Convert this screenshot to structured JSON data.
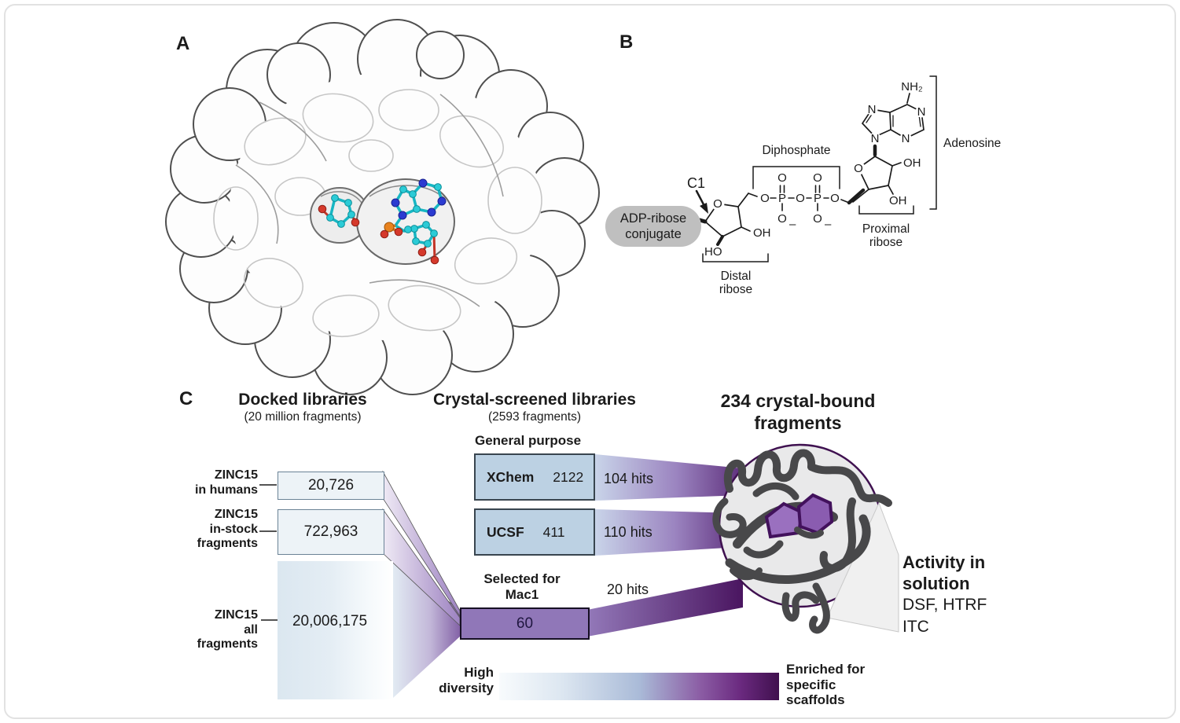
{
  "panel_a": {
    "label": "A"
  },
  "panel_b": {
    "label": "B",
    "conjugate_line1": "ADP-ribose",
    "conjugate_line2": "conjugate",
    "c1_label": "C1",
    "diphosphate_label": "Diphosphate",
    "adenosine_label": "Adenosine",
    "proximal_line1": "Proximal",
    "proximal_line2": "ribose",
    "distal_line1": "Distal",
    "distal_line2": "ribose",
    "atoms": {
      "nh2": "NH₂",
      "n": "N",
      "o": "O",
      "p": "P",
      "oh": "OH",
      "ho": "HO",
      "minus": "–"
    }
  },
  "panel_c": {
    "label": "C",
    "docked": {
      "title": "Docked libraries",
      "subtitle": "(20 million fragments)",
      "rows": [
        {
          "l1": "ZINC15",
          "l2": "in humans",
          "l3": "",
          "value": "20,726"
        },
        {
          "l1": "ZINC15",
          "l2": "in-stock",
          "l3": "fragments",
          "value": "722,963"
        },
        {
          "l1": "ZINC15",
          "l2": "all",
          "l3": "fragments",
          "value": "20,006,175"
        }
      ]
    },
    "crystal": {
      "title": "Crystal-screened libraries",
      "subtitle": "(2593 fragments)",
      "general_purpose": "General purpose",
      "libraries": [
        {
          "name": "XChem",
          "count": "2122",
          "hits": "104 hits"
        },
        {
          "name": "UCSF",
          "count": "411",
          "hits": "110 hits"
        }
      ],
      "selected_line1": "Selected for",
      "selected_line2": "Mac1",
      "selected_count": "60",
      "selected_hits": "20 hits"
    },
    "bound": {
      "title_line1": "234 crystal-bound",
      "title_line2": "fragments",
      "activity_line1": "Activity in",
      "activity_line2": "solution",
      "methods_line1": "DSF, HTRF",
      "methods_line2": "ITC"
    },
    "axis": {
      "left_line1": "High",
      "left_line2": "diversity",
      "right_line1": "Enriched for",
      "right_line2": "specific",
      "right_line3": "scaffolds"
    }
  },
  "colors": {
    "accent_purple": "#9077b8",
    "dark_purple": "#40104e",
    "library_blue": "#bcd1e3",
    "light_blue": "#dbe7f0",
    "protein_gray": "#48484a"
  }
}
